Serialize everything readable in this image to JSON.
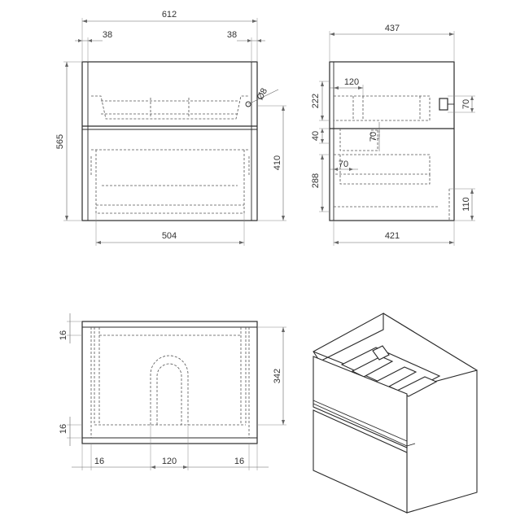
{
  "front_view": {
    "width": "612",
    "side_left": "38",
    "side_right": "38",
    "height": "565",
    "drawer_height": "410",
    "inner_width": "504",
    "drain_hole": "Ø8"
  },
  "side_view": {
    "depth": "437",
    "cutout_depth": "120",
    "upper_height": "222",
    "gap_height": "40",
    "lower_height": "288",
    "upper_cutout_height": "70",
    "lower_cutout_depth": "70",
    "mid_cutout_height": "70",
    "plinth_height": "110",
    "inner_depth": "421"
  },
  "top_view": {
    "front_margin": "16",
    "back_margin": "16",
    "inner_depth": "342",
    "left_margin": "16",
    "cutout_width": "120",
    "right_margin": "16"
  },
  "colors": {
    "line": "#2a2a2a",
    "hidden": "#555555",
    "dimension": "#666666",
    "background": "#ffffff"
  }
}
